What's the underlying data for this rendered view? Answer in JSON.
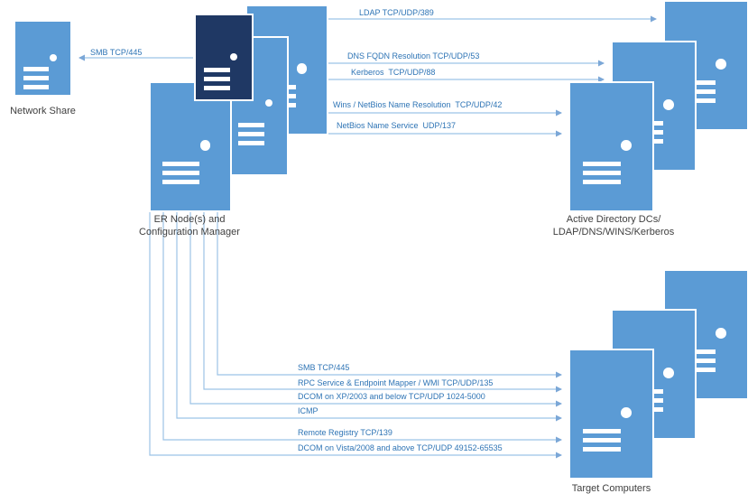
{
  "nodes": {
    "network_share": {
      "label": "Network Share"
    },
    "er_cluster": {
      "line1": "ER Node(s) and",
      "line2": "Configuration Manager"
    },
    "ad_cluster": {
      "line1": "Active Directory DCs/",
      "line2": "LDAP/DNS/WINS/Kerberos"
    },
    "target_cluster": {
      "label": "Target Computers"
    }
  },
  "edges": {
    "smb_share": {
      "label": "SMB TCP/445"
    },
    "ldap": {
      "label": "LDAP TCP/UDP/389"
    },
    "dns": {
      "label": "DNS FQDN Resolution TCP/UDP/53"
    },
    "kerberos": {
      "label": "Kerberos  TCP/UDP/88"
    },
    "wins": {
      "label": "Wins / NetBios Name Resolution  TCP/UDP/42"
    },
    "netbios": {
      "label": "NetBios Name Service  UDP/137"
    },
    "smb_target": {
      "label": "SMB TCP/445"
    },
    "rpc_wmi": {
      "label": "RPC Service & Endpoint Mapper / WMI TCP/UDP/135"
    },
    "dcom_legacy": {
      "label": "DCOM on XP/2003 and below TCP/UDP 1024-5000"
    },
    "icmp": {
      "label": "ICMP"
    },
    "remote_registry": {
      "label": "Remote Registry TCP/139"
    },
    "dcom_modern": {
      "label": "DCOM on Vista/2008 and above TCP/UDP 49152-65535"
    }
  },
  "colors": {
    "server_fill": "#5B9BD5",
    "server_dark": "#1F3864",
    "connector": "#9CC3E6",
    "arrowhead": "#7BA7D7",
    "edge_text": "#2E74B5",
    "node_text": "#404040"
  }
}
